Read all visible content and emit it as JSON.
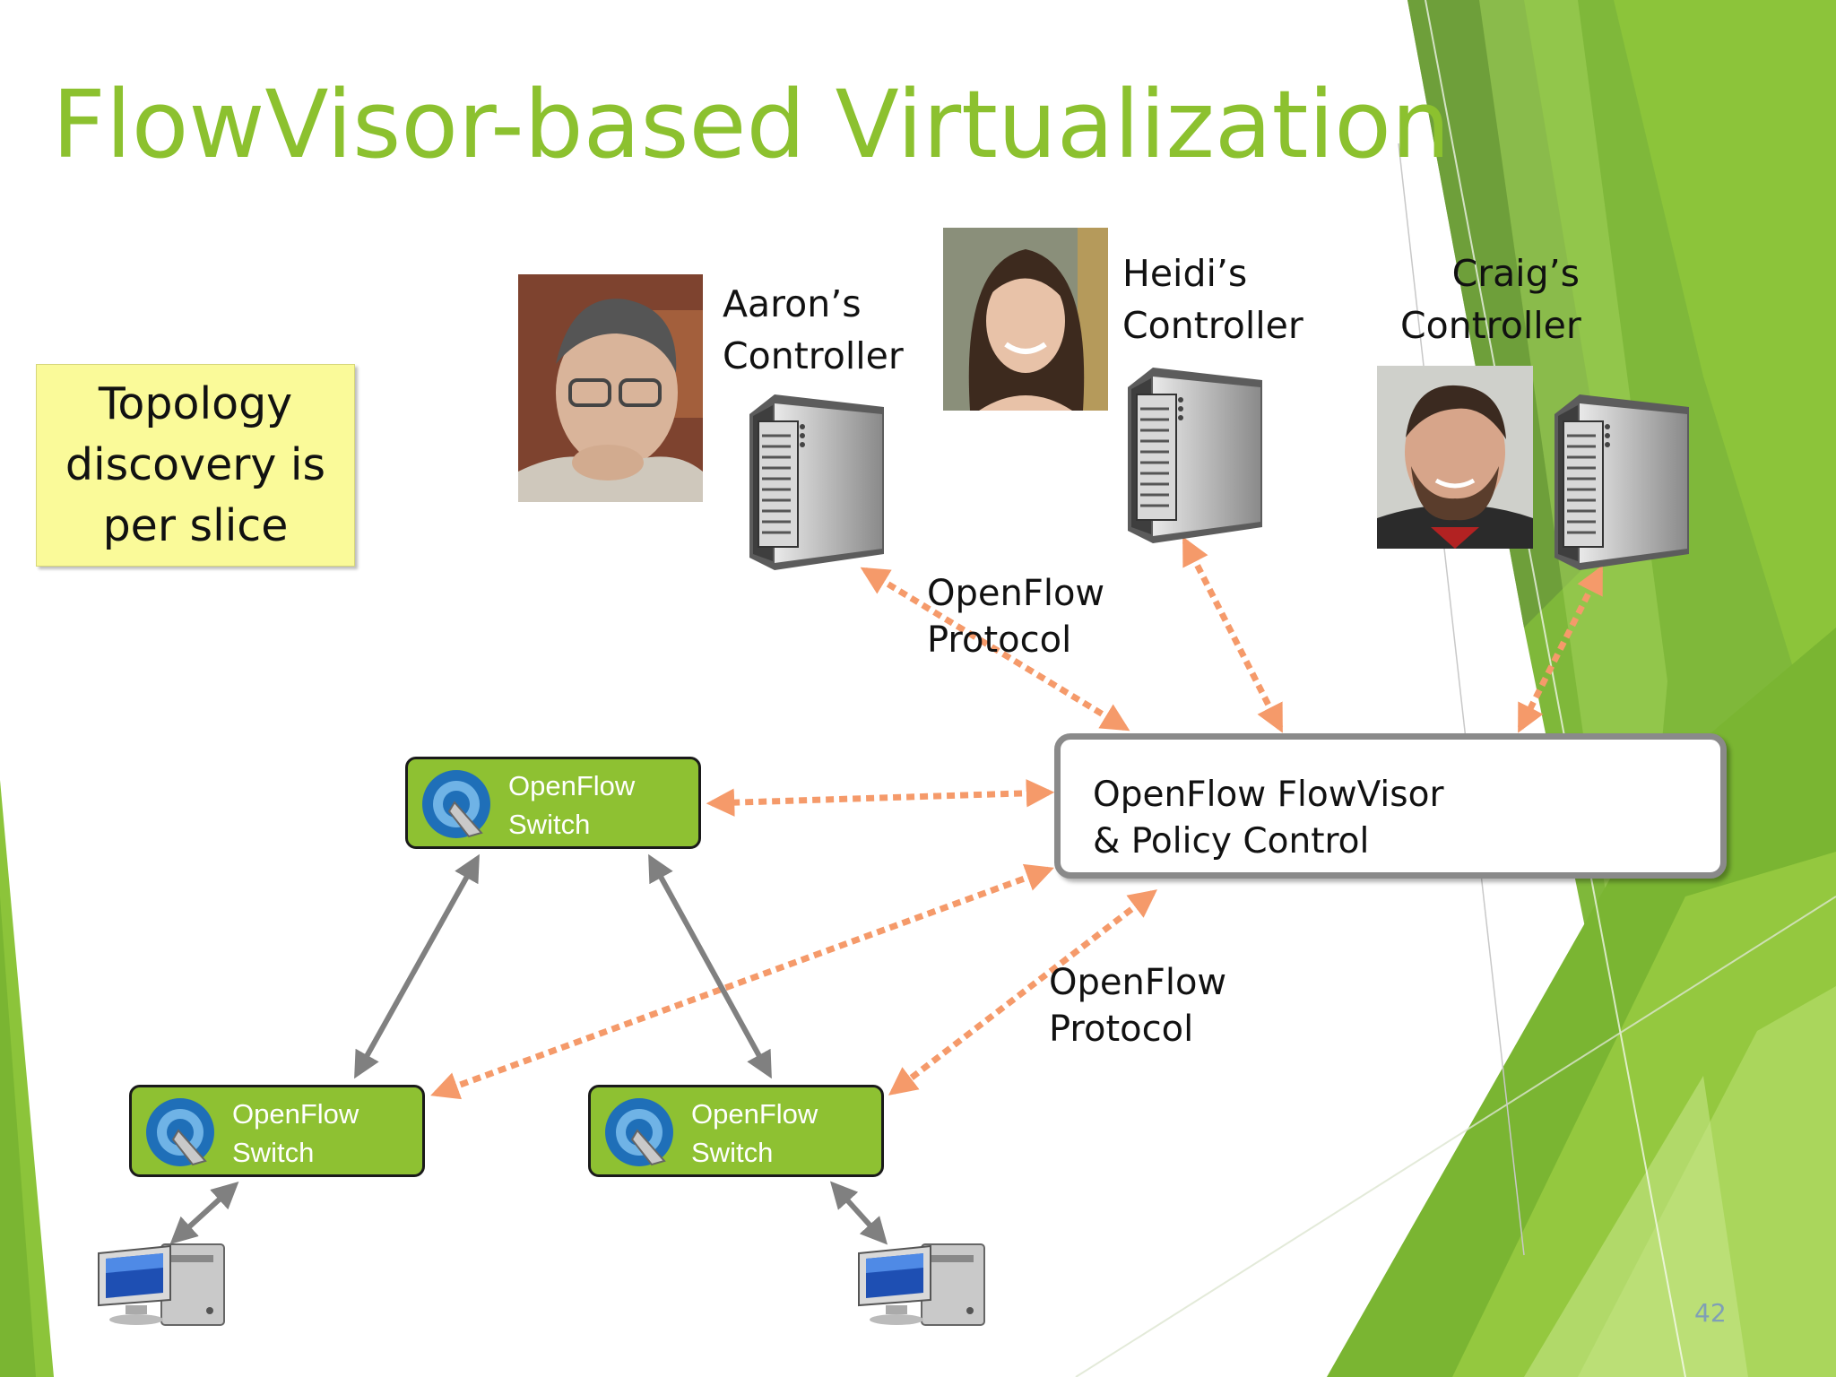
{
  "slide": {
    "title": "FlowVisor-based Virtualization",
    "note_text": "Topology discovery is per slice",
    "page_number": "42"
  },
  "controllers": [
    {
      "line1": "Aaron’s",
      "line2": "Controller"
    },
    {
      "line1": "Heidi’s",
      "line2": "Controller"
    },
    {
      "line1": "Craig’s",
      "line2": "Controller"
    }
  ],
  "protocol_labels": {
    "upper": {
      "line1": "OpenFlow",
      "line2": "Protocol"
    },
    "lower": {
      "line1": "OpenFlow",
      "line2": "Protocol"
    }
  },
  "flowvisor": {
    "line1": "OpenFlow FlowVisor",
    "line2": "& Policy Control"
  },
  "switches": [
    {
      "line1": "OpenFlow",
      "line2": "Switch"
    },
    {
      "line1": "OpenFlow",
      "line2": "Switch"
    },
    {
      "line1": "OpenFlow",
      "line2": "Switch"
    }
  ],
  "colors": {
    "accent_green": "#8cc12f",
    "switch_green": "#8ec132",
    "dotted_arrow": "#f59a6a",
    "solid_arrow": "#808080",
    "note_yellow": "#fafa99"
  },
  "icons": [
    "person-photo",
    "server-tower-icon",
    "openflow-logo-icon",
    "desktop-computer-icon"
  ]
}
